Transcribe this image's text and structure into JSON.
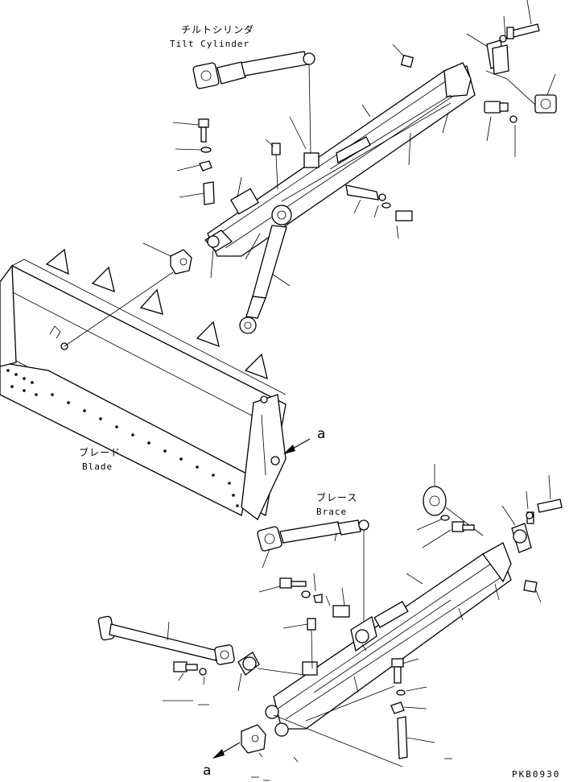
{
  "labels": {
    "tilt_cylinder_jp": "チルトシリンダ",
    "tilt_cylinder_en": "Tilt Cylinder",
    "blade_jp": "ブレード",
    "blade_en": "Blade",
    "brace_jp": "ブレース",
    "brace_en": "Brace",
    "ref_a_upper": "a",
    "ref_a_lower": "a",
    "drawing_code": "PKB0930"
  }
}
